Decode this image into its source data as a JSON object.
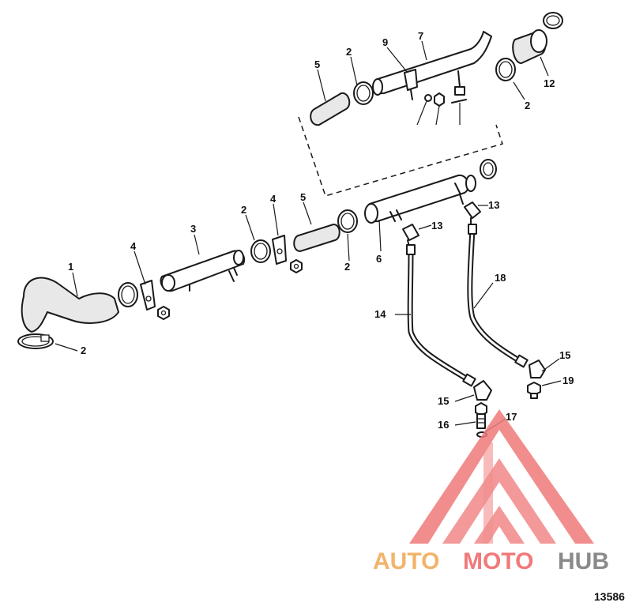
{
  "diagram": {
    "callouts": [
      "1",
      "2",
      "2",
      "2",
      "2",
      "2",
      "3",
      "4",
      "4",
      "5",
      "5",
      "6",
      "7",
      "9",
      "12",
      "13",
      "13",
      "14",
      "15",
      "15",
      "16",
      "17",
      "18",
      "19"
    ],
    "figure_code": "13586"
  },
  "watermark": {
    "brand_part1": "AUTO",
    "brand_part2": "MOTO",
    "brand_part3": "HUB",
    "color_orange": "#f2b36b",
    "color_red": "#f07a7a",
    "color_gray": "#8a8a8a"
  }
}
